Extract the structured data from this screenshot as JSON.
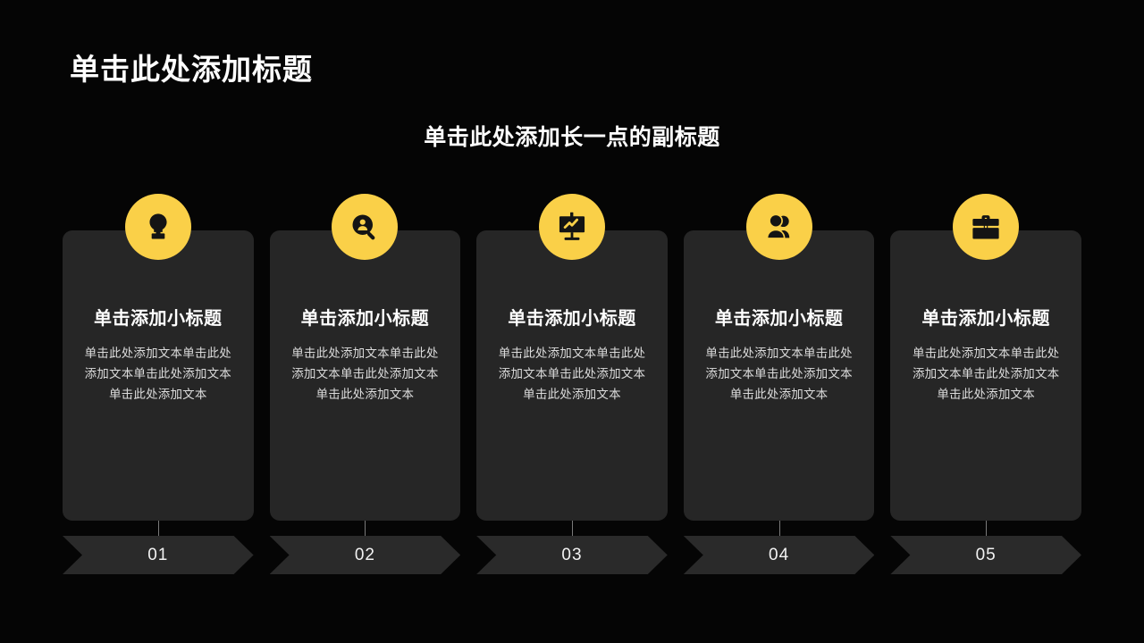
{
  "slide": {
    "background_color": "#050505",
    "accent_color": "#fad048",
    "card_color": "#262626",
    "banner_color": "#2a2a2a",
    "main_title": "单击此处添加标题",
    "sub_title": "单击此处添加长一点的副标题"
  },
  "cards": [
    {
      "number": "01",
      "icon": "lightbulb-icon",
      "heading": "单击添加小标题",
      "body": "单击此处添加文本单击此处添加文本单击此处添加文本单击此处添加文本"
    },
    {
      "number": "02",
      "icon": "user-search-icon",
      "heading": "单击添加小标题",
      "body": "单击此处添加文本单击此处添加文本单击此处添加文本单击此处添加文本"
    },
    {
      "number": "03",
      "icon": "presentation-chart-icon",
      "heading": "单击添加小标题",
      "body": "单击此处添加文本单击此处添加文本单击此处添加文本单击此处添加文本"
    },
    {
      "number": "04",
      "icon": "users-group-icon",
      "heading": "单击添加小标题",
      "body": "单击此处添加文本单击此处添加文本单击此处添加文本单击此处添加文本"
    },
    {
      "number": "05",
      "icon": "briefcase-icon",
      "heading": "单击添加小标题",
      "body": "单击此处添加文本单击此处添加文本单击此处添加文本单击此处添加文本"
    }
  ]
}
